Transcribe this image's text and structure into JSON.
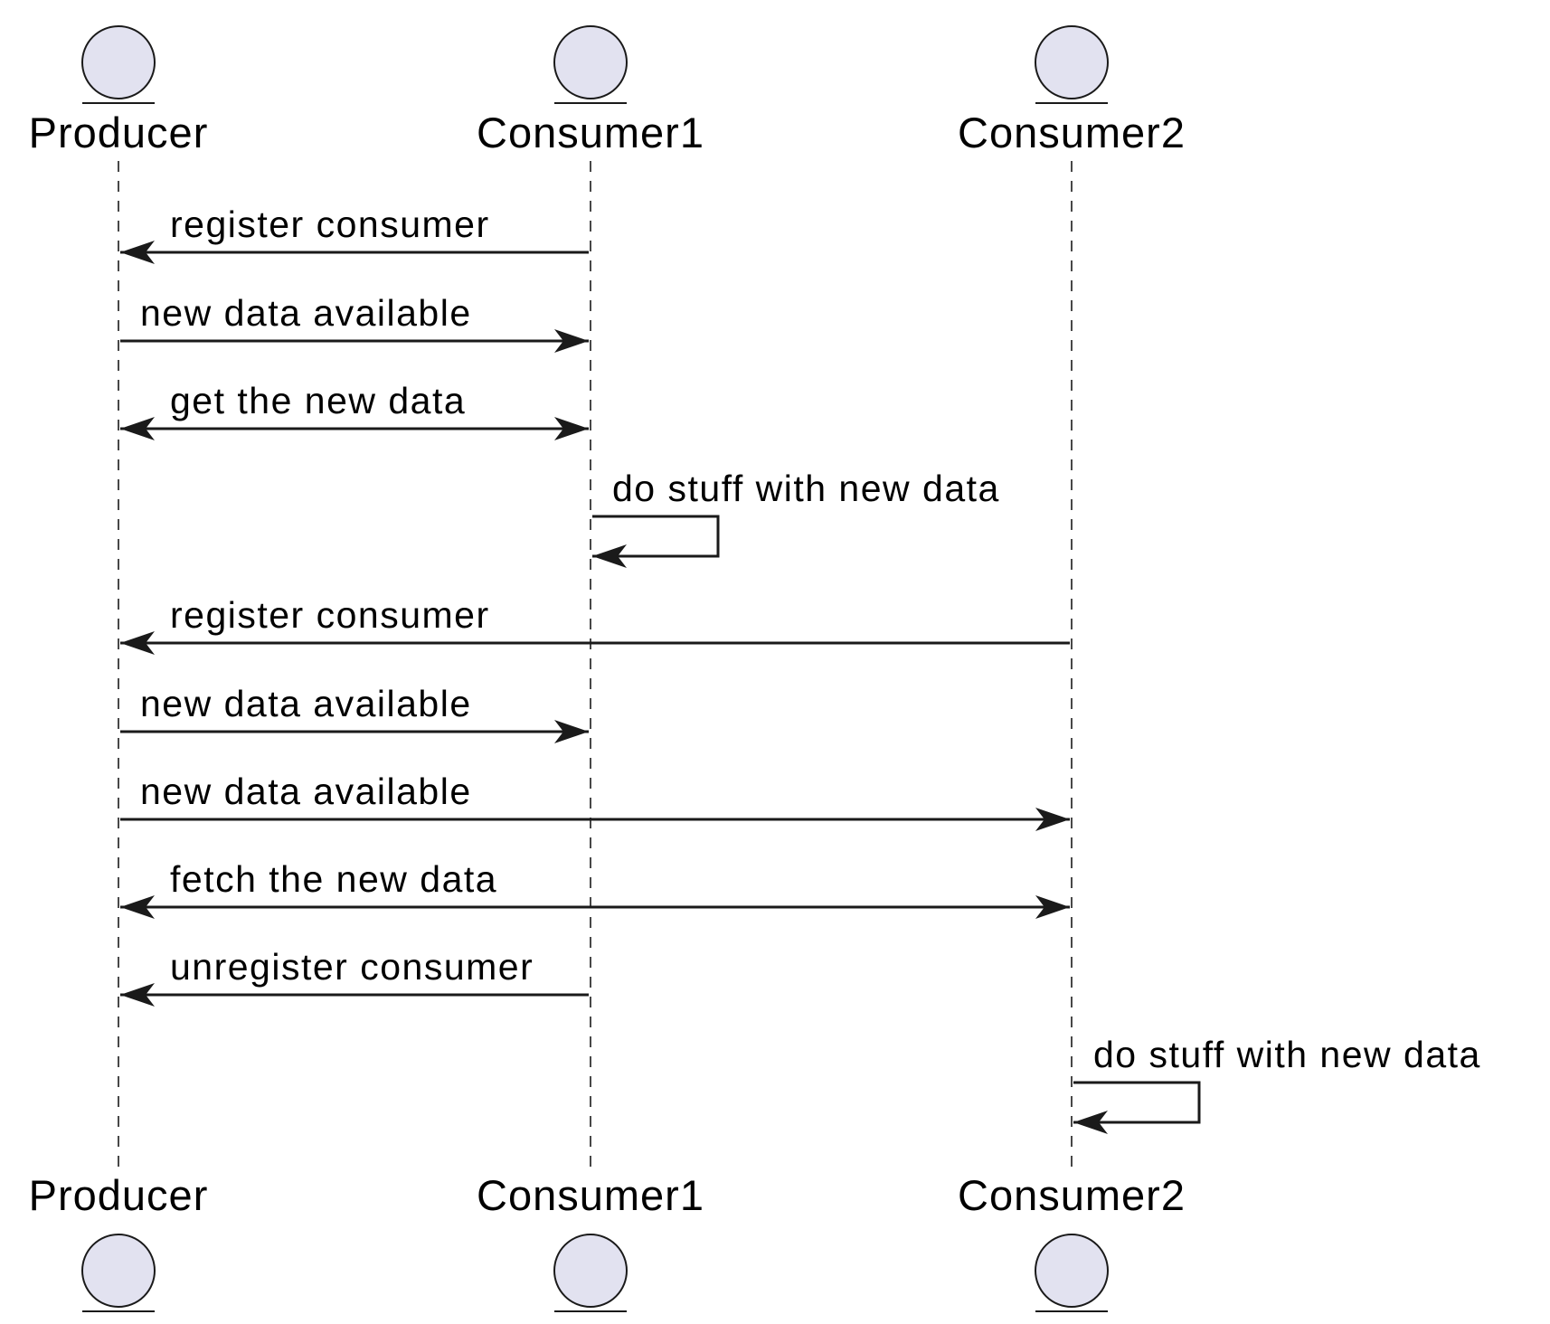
{
  "participants": [
    {
      "id": "producer",
      "label": "Producer"
    },
    {
      "id": "consumer1",
      "label": "Consumer1"
    },
    {
      "id": "consumer2",
      "label": "Consumer2"
    }
  ],
  "messages": [
    {
      "from": "consumer1",
      "to": "producer",
      "label": "register consumer",
      "bidirectional": false
    },
    {
      "from": "producer",
      "to": "consumer1",
      "label": "new data available",
      "bidirectional": false
    },
    {
      "from": "producer",
      "to": "consumer1",
      "label": "get the new data",
      "bidirectional": true
    },
    {
      "from": "consumer1",
      "to": "consumer1",
      "label": "do stuff with new data",
      "self": true
    },
    {
      "from": "consumer2",
      "to": "producer",
      "label": "register consumer",
      "bidirectional": false
    },
    {
      "from": "producer",
      "to": "consumer1",
      "label": "new data available",
      "bidirectional": false
    },
    {
      "from": "producer",
      "to": "consumer2",
      "label": "new data available",
      "bidirectional": false
    },
    {
      "from": "producer",
      "to": "consumer2",
      "label": "fetch the new data",
      "bidirectional": true
    },
    {
      "from": "consumer1",
      "to": "producer",
      "label": "unregister consumer",
      "bidirectional": false
    },
    {
      "from": "consumer2",
      "to": "consumer2",
      "label": "do stuff with new data",
      "self": true
    }
  ],
  "colors": {
    "actor_fill": "#e2e2f0",
    "line": "#1a1a1a",
    "background": "#ffffff"
  }
}
